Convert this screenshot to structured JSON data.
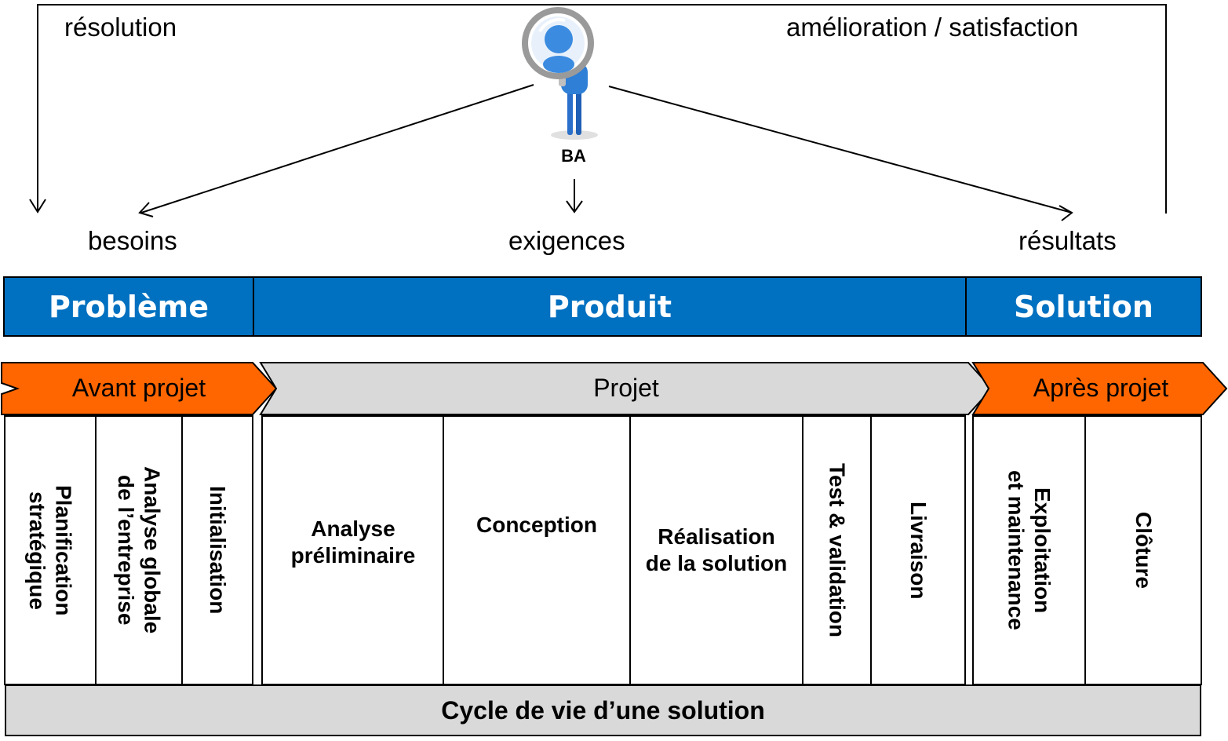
{
  "top": {
    "left_label": "résolution",
    "right_label": "amélioration / satisfaction",
    "actor_label": "BA"
  },
  "targets": {
    "needs": "besoins",
    "requirements": "exigences",
    "results": "résultats"
  },
  "bands": {
    "problem": "Problème",
    "product": "Produit",
    "solution": "Solution"
  },
  "phases": {
    "before": "Avant projet",
    "project": "Projet",
    "after": "Après projet"
  },
  "columns": {
    "strategic_planning": [
      "Planification",
      "stratégique"
    ],
    "enterprise_analysis": [
      "Analyse globale",
      "de l’entreprise"
    ],
    "initialization": "Initialisation",
    "preliminary_analysis": "Analyse préliminaire",
    "design": "Conception",
    "realization": "Réalisation de la solution",
    "test_validation": "Test & validation",
    "delivery": "Livraison",
    "operation": [
      "Exploitation",
      "et maintenance"
    ],
    "closing": "Clôture"
  },
  "footer": "Cycle de vie d’une solution",
  "colors": {
    "band_blue": "#0070c0",
    "phase_orange": "#ff6600",
    "phase_grey": "#d9d9d9",
    "footer_grey": "#d9d9d9"
  }
}
